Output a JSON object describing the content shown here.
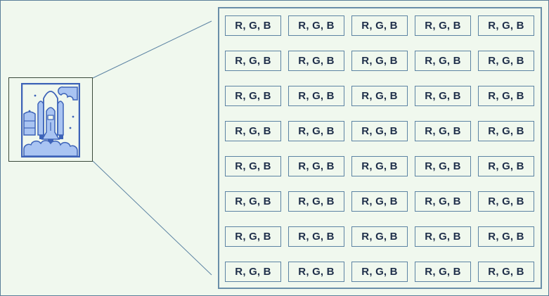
{
  "thumbnail": {
    "icon": "space-shuttle-launch-icon",
    "colors": {
      "stroke": "#3d63b8",
      "fill": "#a9c4f2",
      "background": "#f0f8ee"
    }
  },
  "pixel_grid": {
    "rows": 8,
    "cols": 5,
    "cell_label": "R, G, B"
  },
  "colors": {
    "background": "#f0f8ee",
    "border": "#5c83a3",
    "text": "#1f2f4a"
  }
}
